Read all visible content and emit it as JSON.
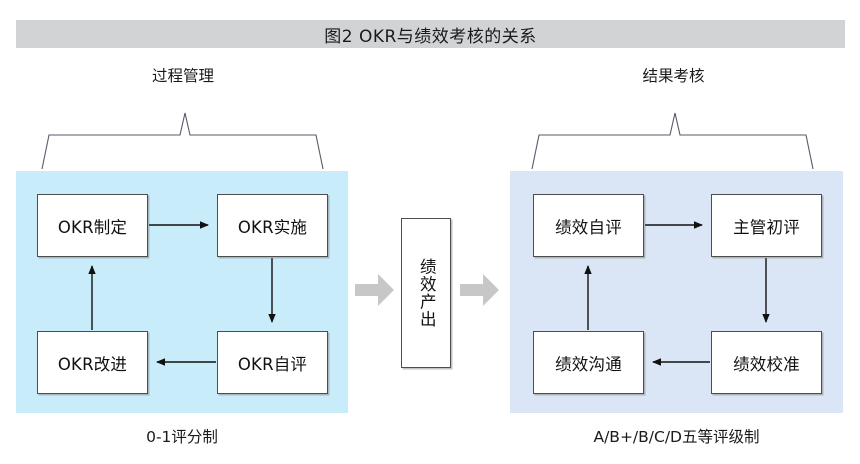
{
  "figure": {
    "title": "图2  OKR与绩效考核的关系",
    "title_bg": "#d2d3d4"
  },
  "sections": {
    "left": {
      "heading": "过程管理",
      "panel_color": "#c9ecfb",
      "footer": "0-1评分制",
      "nodes": [
        {
          "id": "okr-plan",
          "label": "OKR制定"
        },
        {
          "id": "okr-execute",
          "label": "OKR实施"
        },
        {
          "id": "okr-review",
          "label": "OKR自评"
        },
        {
          "id": "okr-improve",
          "label": "OKR改进"
        }
      ]
    },
    "right": {
      "heading": "结果考核",
      "panel_color": "#dae6f5",
      "footer": "A/B+/B/C/D五等评级制",
      "nodes": [
        {
          "id": "self-eval",
          "label": "绩效自评"
        },
        {
          "id": "manager-eval",
          "label": "主管初评"
        },
        {
          "id": "calibration",
          "label": "绩效校准"
        },
        {
          "id": "communicate",
          "label": "绩效沟通"
        }
      ]
    }
  },
  "center": {
    "label": "绩效产出",
    "arrow_color": "#c7c7c7"
  },
  "diagram_data": {
    "type": "diagram",
    "flow_left": [
      "OKR制定 → OKR实施",
      "OKR实施 → OKR自评",
      "OKR自评 → OKR改进",
      "OKR改进 → OKR制定"
    ],
    "flow_right": [
      "绩效自评 → 主管初评",
      "主管初评 → 绩效校准",
      "绩效校准 → 绩效沟通",
      "绩效沟通 → 绩效自评"
    ],
    "bridge": "过程管理 → 绩效产出 → 结果考核"
  }
}
